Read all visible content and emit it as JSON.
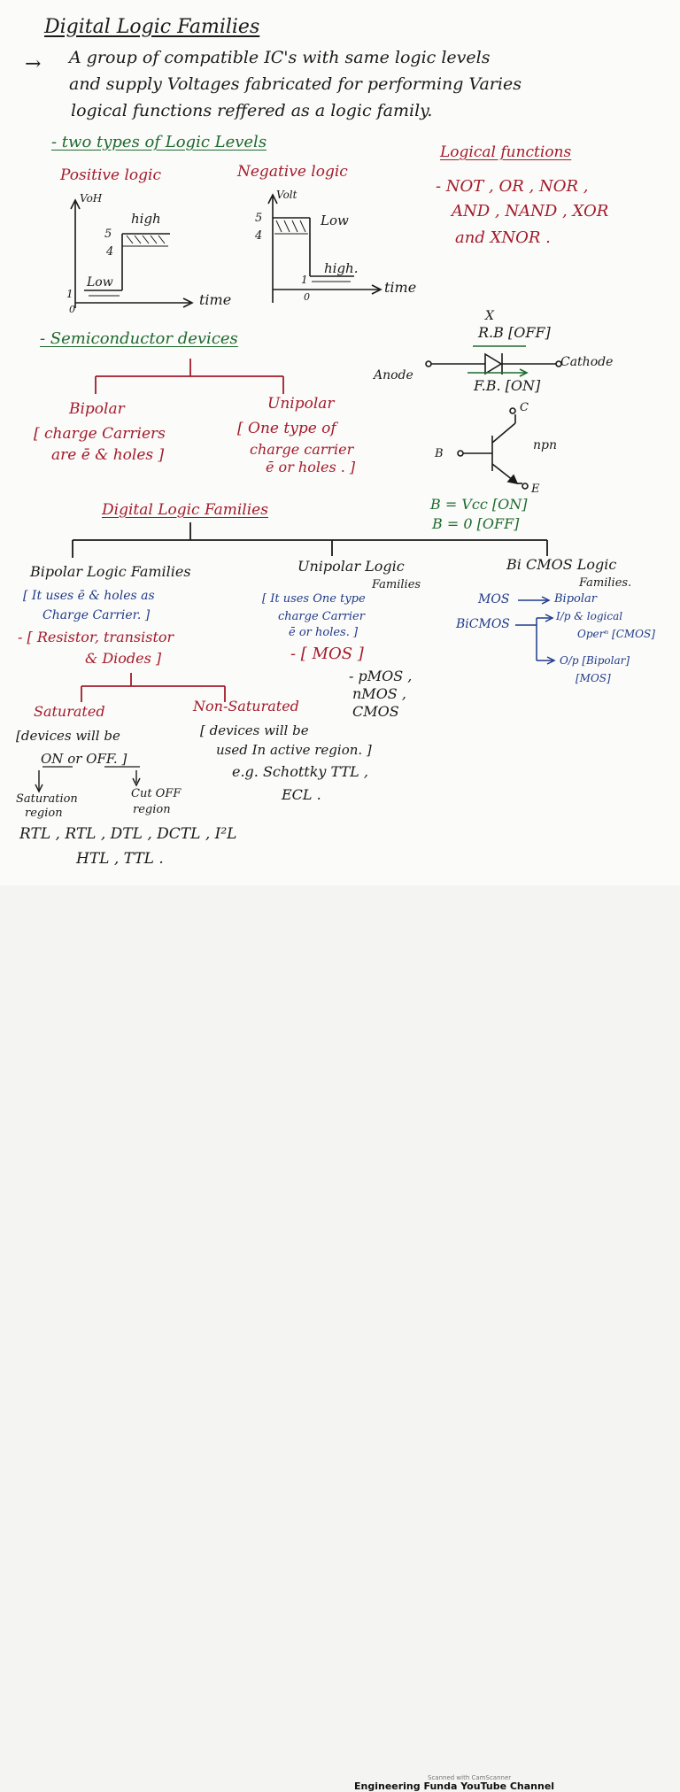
{
  "title": "Digital Logic Families",
  "definition": {
    "arrow": "→",
    "lines": [
      "A group of compatible IC's with same logic levels",
      "and supply Voltages fabricated for performing Varies",
      "logical functions reffered as a logic family."
    ]
  },
  "logic_levels": {
    "heading": "- two types of Logic Levels",
    "positive": {
      "title": "Positive logic",
      "y_axis": "VoH",
      "y_ticks": [
        "5",
        "4",
        "1",
        "0"
      ],
      "high_label": "high",
      "low_label": "Low",
      "x_axis": "time"
    },
    "negative": {
      "title": "Negative logic",
      "y_axis": "Volt",
      "y_ticks": [
        "5",
        "4",
        "1",
        "0"
      ],
      "high_label": "high.",
      "low_label": "Low",
      "x_axis": "time"
    }
  },
  "logical_functions": {
    "heading": "Logical functions",
    "lines": [
      "- NOT , OR , NOR ,",
      "AND , NAND , XOR",
      "and XNOR ."
    ]
  },
  "semiconductor": {
    "heading": "- Semiconductor devices",
    "bipolar": {
      "title": "Bipolar",
      "desc": [
        "[ charge Carriers",
        "are ē & holes ]"
      ]
    },
    "unipolar": {
      "title": "Unipolar",
      "desc": [
        "[ One type of",
        "charge carrier",
        "ē or holes . ]"
      ]
    }
  },
  "diode": {
    "x_mark": "X",
    "rb": "R.B [OFF]",
    "anode": "Anode",
    "cathode": "Cathode",
    "fb": "F.B. [ON]"
  },
  "transistor": {
    "c": "C",
    "b": "B",
    "e": "E",
    "type": "npn",
    "on": "B = Vcc [ON]",
    "off": "B = 0 [OFF]"
  },
  "families": {
    "heading": "Digital Logic Families",
    "bipolar": {
      "title": "Bipolar Logic Families",
      "desc": [
        "[ It uses ē & holes as",
        "Charge Carrier. ]"
      ],
      "components": [
        "- [ Resistor, transistor",
        "& Diodes ]"
      ],
      "saturated": {
        "title": "Saturated",
        "desc": [
          "[devices will be",
          "ON or OFF. ]"
        ],
        "region_1": [
          "Saturation",
          "region"
        ],
        "region_2": [
          "Cut OFF",
          "region"
        ],
        "examples_1": "RTL , RTL , DTL , DCTL , I²L",
        "examples_2": "HTL , TTL ."
      },
      "non_saturated": {
        "title": "Non-Saturated",
        "desc": [
          "[ devices will be",
          "used In active region. ]"
        ],
        "examples_1": "e.g. Schottky TTL ,",
        "examples_2": "ECL ."
      }
    },
    "unipolar": {
      "title": "Unipolar Logic",
      "title_2": "Families",
      "desc": [
        "[ It uses One type",
        "charge Carrier",
        "ē or holes. ]"
      ],
      "mos": "- [ MOS ]",
      "types": [
        "- pMOS ,",
        "nMOS ,",
        "CMOS"
      ]
    },
    "bicmos": {
      "title": "Bi CMOS Logic",
      "title_2": "Families.",
      "mos_line": "MOS",
      "bipolar": "Bipolar",
      "bicmos": "BiCMOS",
      "ip": "I/p & logical",
      "ip_2": "Operⁿ [CMOS]",
      "op": "O/p [Bipolar]",
      "op_2": "[MOS]"
    }
  },
  "footer": {
    "scanned": "Scanned with CamScanner",
    "channel": "Engineering Funda YouTube Channel"
  },
  "colors": {
    "ink_black": "#1a1a1a",
    "ink_red": "#a31b2b",
    "ink_green": "#1e6a2e",
    "ink_blue": "#1f3a8a"
  }
}
